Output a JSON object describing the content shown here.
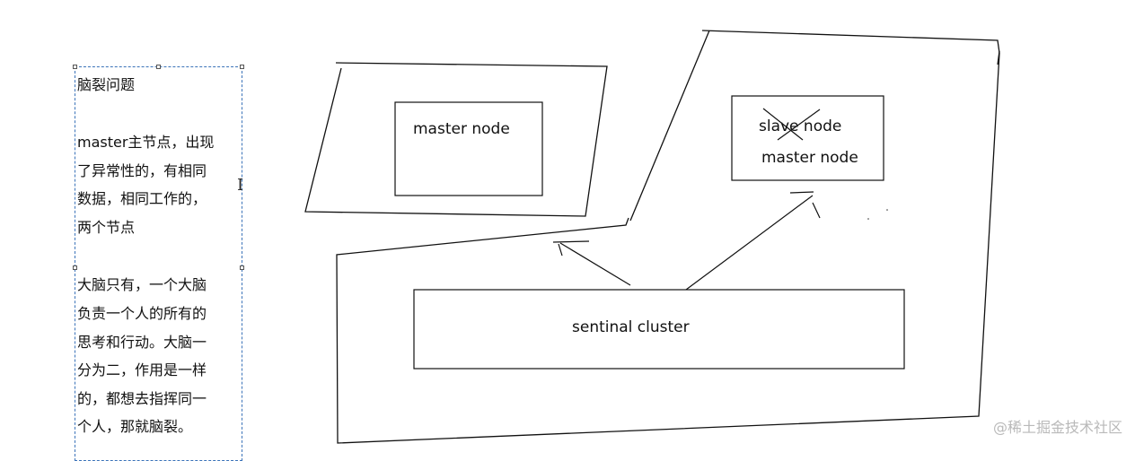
{
  "note": {
    "title": "脑裂问题",
    "paragraph1": [
      "master主节点，出现",
      "了异常性的，有相同",
      "数据，相同工作的，",
      "两个节点"
    ],
    "paragraph2": [
      "大脑只有，一个大脑",
      "负责一个人的所有的",
      "思考和行动。大脑一",
      "分为二，作用是一样",
      "的，都想去指挥同一",
      "个人，那就脑裂。"
    ]
  },
  "diagram": {
    "left_node_label": "master node",
    "right_node_label_struck": "slave node",
    "right_node_label": "master node",
    "cluster_label": "sentinal cluster"
  },
  "watermark": "@稀土掘金技术社区"
}
